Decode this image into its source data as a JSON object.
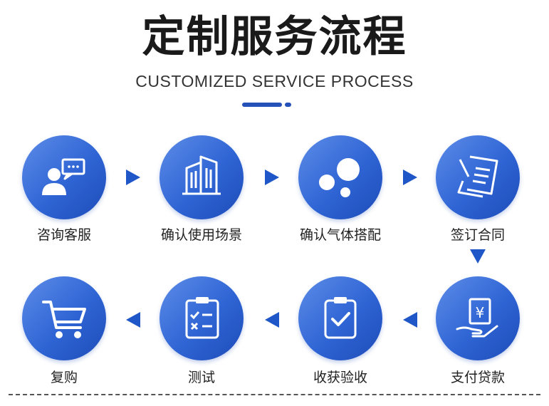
{
  "title": "定制服务流程",
  "subtitle": "CUSTOMIZED SERVICE PROCESS",
  "accent_color": "#2452b8",
  "steps": [
    {
      "label": "咨询客服",
      "icon": "customer-service-chat-icon"
    },
    {
      "label": "确认使用场景",
      "icon": "buildings-icon"
    },
    {
      "label": "确认气体搭配",
      "icon": "gas-bubbles-icon"
    },
    {
      "label": "签订合同",
      "icon": "contract-sign-icon"
    },
    {
      "label": "支付贷款",
      "icon": "payment-hand-icon"
    },
    {
      "label": "收获验收",
      "icon": "clipboard-check-icon"
    },
    {
      "label": "测试",
      "icon": "test-checklist-icon"
    },
    {
      "label": "复购",
      "icon": "shopping-cart-icon"
    }
  ]
}
